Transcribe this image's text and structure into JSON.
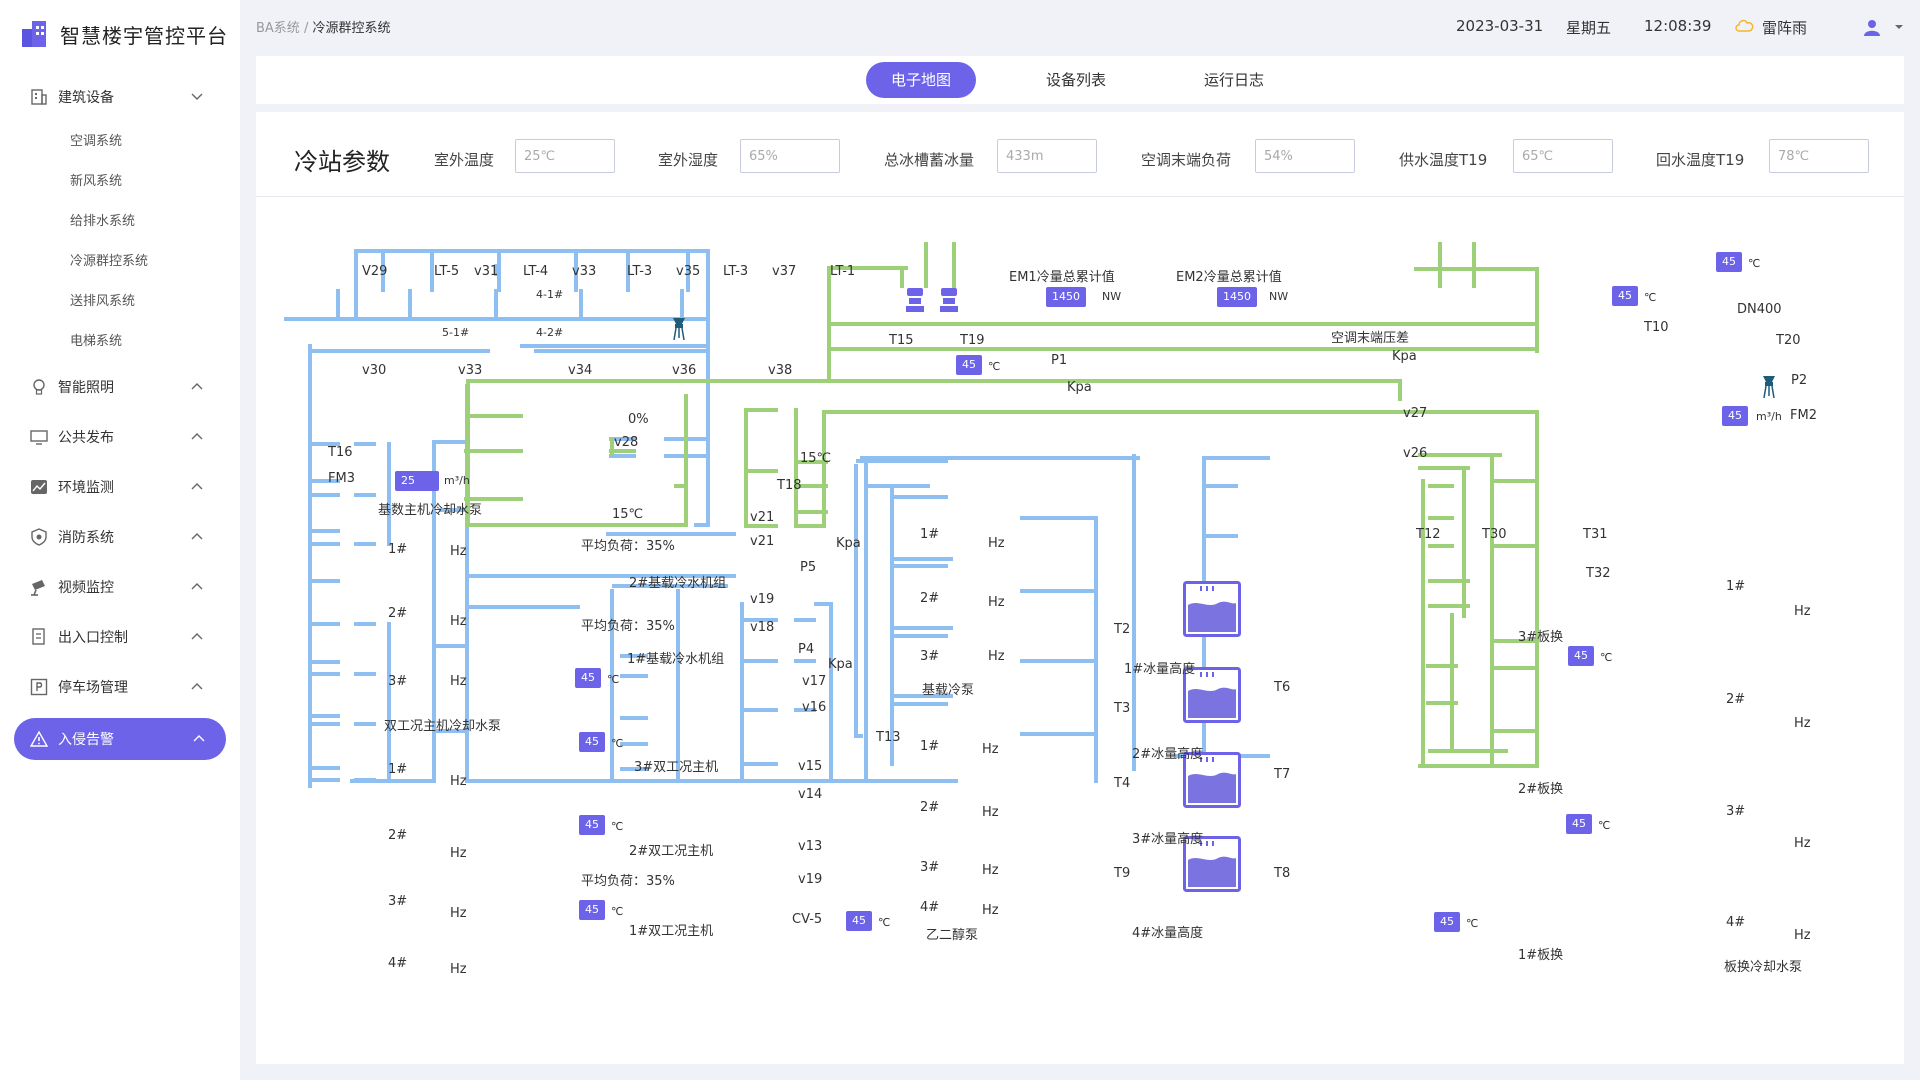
{
  "app": {
    "title": "智慧楼宇管控平台"
  },
  "sidebar": {
    "groups": [
      {
        "label": "建筑设备",
        "children": [
          "空调系统",
          "新风系统",
          "给排水系统",
          "冷源群控系统",
          "送排风系统",
          "电梯系统"
        ]
      },
      {
        "label": "智能照明"
      },
      {
        "label": "公共发布"
      },
      {
        "label": "环境监测"
      },
      {
        "label": "消防系统"
      },
      {
        "label": "视频监控"
      },
      {
        "label": "出入口控制"
      },
      {
        "label": "停车场管理"
      },
      {
        "label": "入侵告警"
      }
    ]
  },
  "header": {
    "breadcrumb_root": "BA系统",
    "breadcrumb_sep": "/",
    "breadcrumb_current": "冷源群控系统",
    "date": "2023-03-31",
    "weekday": "星期五",
    "time": "12:08:39",
    "weather": "雷阵雨"
  },
  "tabs": [
    "电子地图",
    "设备列表",
    "运行日志"
  ],
  "params": {
    "title": "冷站参数",
    "items": [
      {
        "label": "室外温度",
        "placeholder": "25℃"
      },
      {
        "label": "室外湿度",
        "placeholder": "65%"
      },
      {
        "label": "总冰槽蓄冰量",
        "placeholder": "433m"
      },
      {
        "label": "空调末端负荷",
        "placeholder": "54%"
      },
      {
        "label": "供水温度T19",
        "placeholder": "65℃"
      },
      {
        "label": "回水温度T19",
        "placeholder": "78℃"
      }
    ]
  },
  "diagram": {
    "labels": {
      "v29": "V29",
      "lt5": "LT-5",
      "v31": "v31",
      "lt4": "LT-4",
      "v33a": "v33",
      "lt3": "LT-3",
      "v35": "v35",
      "lt3b": "LT-3",
      "v37": "v37",
      "lt1": "LT-1",
      "n41": "4-1#",
      "n51": "5-1#",
      "n42": "4-2#",
      "v30": "v30",
      "v33b": "v33",
      "v34": "v34",
      "v36": "v36",
      "v38": "v38",
      "pct": "0%",
      "v28": "v28",
      "t15": "T15",
      "t19": "T19",
      "em1": "EM1冷量总累计值",
      "em2": "EM2冷量总累计值",
      "nw1": "NW",
      "nw2": "NW",
      "p1": "P1",
      "kpa1": "Kpa",
      "endpress": "空调末端压差",
      "kpa2": "Kpa",
      "t10": "T10",
      "dn400": "DN400",
      "t20": "T20",
      "p2": "P2",
      "v27": "v27",
      "fm2": "FM2",
      "v26": "v26",
      "t16": "T16",
      "fm3": "FM3",
      "m3h1": "m³/h",
      "m3h2": "m³/h",
      "t15c": "15℃",
      "t18": "T18",
      "basepump": "基数主机冷却水泵",
      "p1h": "1#",
      "hz1": "Hz",
      "p2h": "2#",
      "hz2": "Hz",
      "p3h": "3#",
      "hz3": "Hz",
      "t15c2": "15℃",
      "load1": "平均负荷：35%",
      "chiller2": "2#基载冷水机组",
      "load2": "平均负荷：35%",
      "chiller1": "1#基载冷水机组",
      "v21a": "v21",
      "v21b": "v21",
      "kpa3": "Kpa",
      "p5": "P5",
      "v19a": "v19",
      "v18": "v18",
      "p4": "P4",
      "kpa4": "Kpa",
      "v17": "v17",
      "v16": "v16",
      "dualpump": "双工况主机冷却水泵",
      "d1": "1#",
      "dhz1": "Hz",
      "d2": "2#",
      "dhz2": "Hz",
      "d3": "3#",
      "dhz3": "Hz",
      "d4": "4#",
      "dhz4": "Hz",
      "dual3": "3#双工况主机",
      "dual2": "2#双工况主机",
      "load3": "平均负荷：35%",
      "dual1": "1#双工况主机",
      "v15": "v15",
      "v14": "v14",
      "v13": "v13",
      "v19b": "v19",
      "cv5": "CV-5",
      "t13": "T13",
      "b1": "1#",
      "bhz0": "Hz",
      "b2": "2#",
      "bhz1": "Hz",
      "b3": "3#",
      "bhz2": "Hz",
      "basecold": "基载冷泵",
      "g1": "1#",
      "ghz1": "Hz",
      "g2": "2#",
      "ghz2": "Hz",
      "g3": "3#",
      "ghz3": "Hz",
      "g4": "4#",
      "ghz4": "Hz",
      "glycol": "乙二醇泵",
      "t2": "T2",
      "ice1": "1#冰量高度",
      "t3": "T3",
      "t6": "T6",
      "ice2": "2#冰量高度",
      "t4": "T4",
      "t7": "T7",
      "ice3": "3#冰量高度",
      "t9": "T9",
      "t8": "T8",
      "ice4": "4#冰量高度",
      "t12": "T12",
      "t30": "T30",
      "t31": "T31",
      "t32": "T32",
      "hx3": "3#板换",
      "hx2": "2#板换",
      "hx1": "1#板换",
      "c1": "1#",
      "chz1": "Hz",
      "c2": "2#",
      "chz2": "Hz",
      "c3": "3#",
      "chz3": "Hz",
      "c4": "4#",
      "chz4": "Hz",
      "hxpump": "板换冷却水泵",
      "deg": "℃"
    },
    "badges": {
      "em1": "1450",
      "em2": "1450",
      "t19": "45",
      "t10a": "45",
      "t10b": "45",
      "fm2": "45",
      "fm3": "25",
      "b1": "45",
      "b2": "45",
      "b3": "45",
      "b4": "45",
      "cv5": "45",
      "hx3": "45",
      "hx2": "45",
      "hx1": "45"
    },
    "colors": {
      "pipe_blue": "#8fbff0",
      "pipe_green": "#9ed07a",
      "accent": "#6c63e8",
      "tank": "#7b74e0"
    }
  }
}
